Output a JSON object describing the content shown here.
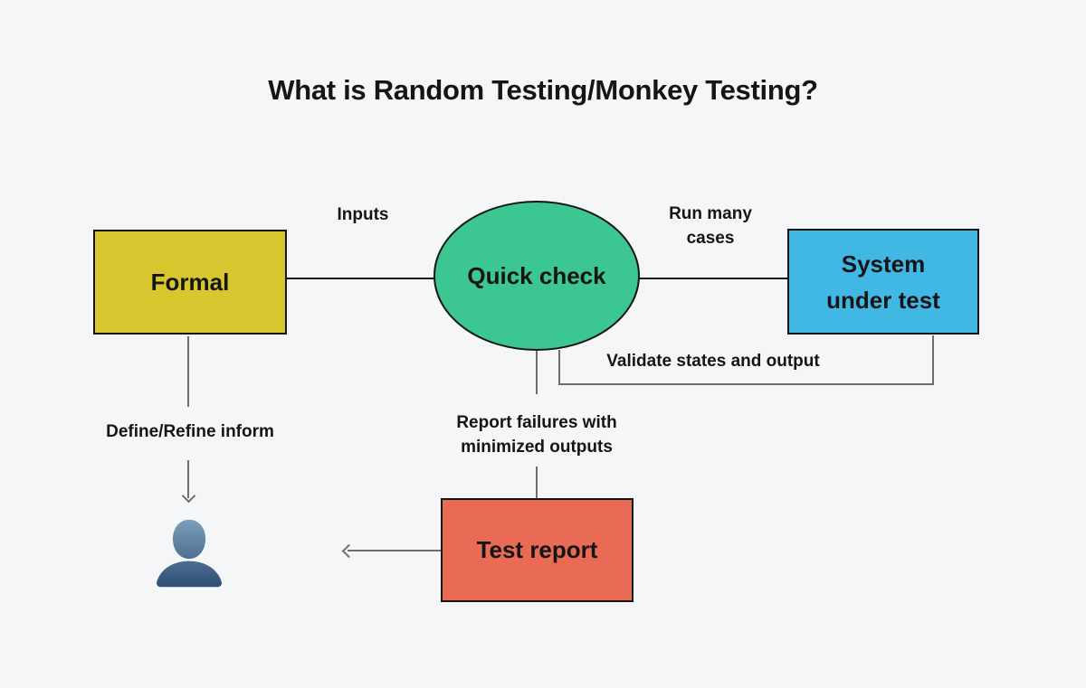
{
  "title": "What is Random Testing/Monkey Testing?",
  "colors": {
    "background": "#f4f6f8",
    "formal_fill": "#d8c62e",
    "quick_check_fill": "#3cc692",
    "system_under_test_fill": "#41b8e4",
    "test_report_fill": "#e96a55",
    "connector_gray": "#6e6e6e",
    "connector_black": "#151515",
    "person_icon_top": "#7da0be",
    "person_icon_bottom": "#2e4e74"
  },
  "nodes": {
    "formal": {
      "label": "Formal",
      "shape": "rectangle"
    },
    "quick_check": {
      "label": "Quick check",
      "shape": "ellipse"
    },
    "system_under_test": {
      "lines": [
        "System",
        "under test"
      ],
      "shape": "rectangle"
    },
    "test_report": {
      "label": "Test report",
      "shape": "rectangle"
    },
    "user": {
      "icon": "person-icon"
    }
  },
  "edge_labels": {
    "inputs": {
      "label": "Inputs"
    },
    "run_many_cases": {
      "lines": [
        "Run many",
        "cases"
      ]
    },
    "validate": {
      "label": "Validate states and output"
    },
    "define_refine": {
      "label": "Define/Refine inform"
    },
    "report_failures": {
      "lines": [
        "Report failures with",
        "minimized outputs"
      ]
    }
  }
}
